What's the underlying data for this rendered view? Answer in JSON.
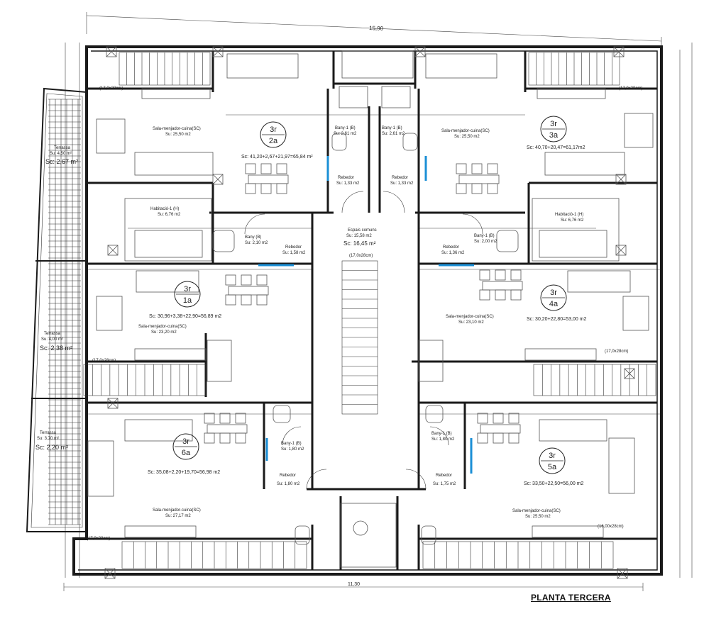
{
  "drawing": {
    "title": "PLANTA TERCERA",
    "overall_width_top": "15,90",
    "overall_width_bottom": "11,30"
  },
  "apartments": [
    {
      "id": "3r",
      "unit": "2a",
      "area": "Sc: 41,20+2,67+21,97=65,84 m²",
      "room": "Sala-menjador-cuina(SC)",
      "room_area": "Su: 25,50 m2"
    },
    {
      "id": "3r",
      "unit": "3a",
      "area": "Sc: 40,70+20,47=61,17m2",
      "room": "Sala-menjador-cuina(SC)",
      "room_area": "Su: 25,50 m2"
    },
    {
      "id": "3r",
      "unit": "1a",
      "area": "Sc: 30,96+3,38+22,90=56,89 m2",
      "room": "Sala-menjador-cuina(SC)",
      "room_area": "Su: 23,20 m2"
    },
    {
      "id": "3r",
      "unit": "4a",
      "area": "Sc: 30,20+22,80=53,00 m2",
      "room": "Sala-menjador-cuina(SC)",
      "room_area": "Su: 23,10 m2"
    },
    {
      "id": "3r",
      "unit": "6a",
      "area": "Sc: 35,08+2,20+19,70=56,98 m2",
      "room": "Sala-menjador-cuina(SC)",
      "room_area": "Su: 27,17 m2"
    },
    {
      "id": "3r",
      "unit": "5a",
      "area": "Sc: 33,50+22,50=56,00 m2",
      "room": "Sala-menjador-cuina(SC)",
      "room_area": "Su: 25,50 m2"
    }
  ],
  "rooms": {
    "terrassa_top": {
      "name": "Terrassa",
      "su": "Su: 4,50 m²",
      "sc": "Sc: 2,67 m²"
    },
    "terrassa_mid": {
      "name": "Terrassa",
      "su": "Su: 4,00 m²",
      "sc": "Sc: 2,38 m²"
    },
    "terrassa_bot": {
      "name": "Terrassa",
      "su": "Su: 3,70 m²",
      "sc": "Sc: 2,20 m²"
    },
    "hab_left": {
      "name": "Habitació-1 (H)",
      "su": "Su: 6,76 m2"
    },
    "hab_right": {
      "name": "Habitació-1 (H)",
      "su": "Su: 6,76 m2"
    },
    "bany_tl": {
      "name": "Bany-1 (B)",
      "su": "Su: 2,61 m2"
    },
    "bany_tr": {
      "name": "Bany-1 (B)",
      "su": "Su: 2,61 m2"
    },
    "bany_ml": {
      "name": "Bany (B)",
      "su": "Su: 2,10 m2"
    },
    "bany_mr": {
      "name": "Bany-1 (B)",
      "su": "Su: 2,00 m2"
    },
    "bany_bl": {
      "name": "Bany-1 (B)",
      "su": "Su: 1,80 m2"
    },
    "bany_br": {
      "name": "Bany-1 (B)",
      "su": "Su: 1,80 m2"
    },
    "reb_tl": {
      "name": "Rebedor",
      "su": "Su: 1,33 m2"
    },
    "reb_tr": {
      "name": "Rebedor",
      "su": "Su: 1,33 m2"
    },
    "reb_ml": {
      "name": "Rebedor",
      "su": "Su: 1,58 m2"
    },
    "reb_mr": {
      "name": "Rebedor",
      "su": "Su: 1,36 m2"
    },
    "reb_bl": {
      "name": "Rebedor",
      "su": "Su: 1,80 m2"
    },
    "reb_br": {
      "name": "Rebedor",
      "su": "Su: 1,75 m2"
    },
    "comuna": {
      "name": "Espais comuns",
      "su": "Su: 15,58 m2",
      "sc": "Sc: 16,45 m²"
    }
  },
  "stairs": {
    "top_left": "(17,0x28cm)",
    "top_right": "(17,0x28cm)",
    "mid_left": "(17,0x28cm)",
    "mid_right": "(17,0x28cm)",
    "bot_left": "(17,0x28cm)",
    "bot_right": "(16,00x28cm)",
    "central": "(17,0x28cm)"
  }
}
